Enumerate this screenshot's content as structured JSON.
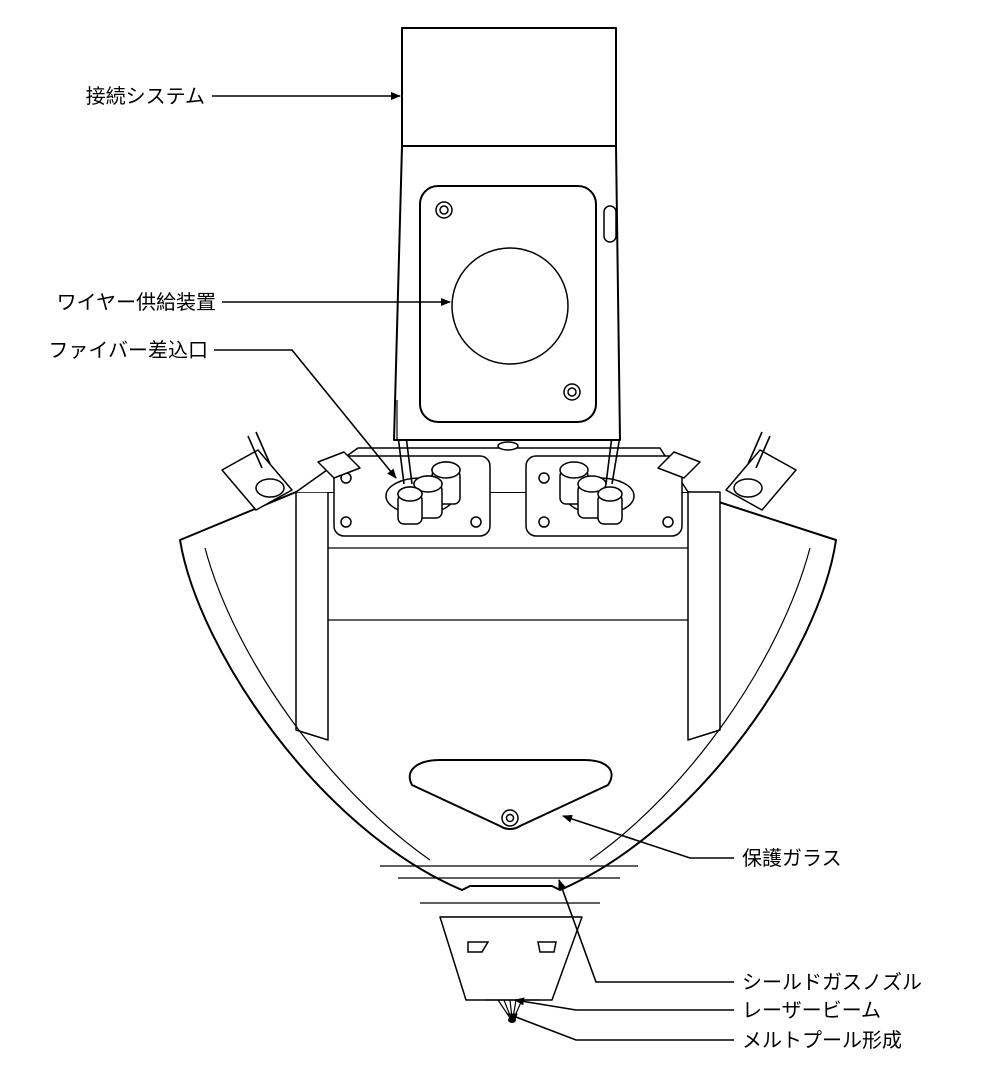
{
  "labels": {
    "connection_system": "接続システム",
    "wire_feeder": "ワイヤー供給装置",
    "fiber_inlet": "ファイバー差込口",
    "protective_glass": "保護ガラス",
    "shield_gas_nozzle": "シールドガスノズル",
    "laser_beam": "レーザービーム",
    "melt_pool": "メルトプール形成"
  },
  "colors": {
    "line": "#000000",
    "background": "#ffffff"
  }
}
